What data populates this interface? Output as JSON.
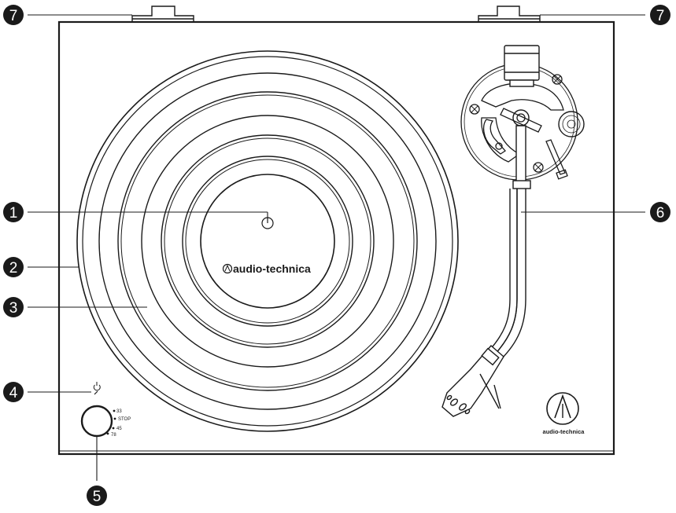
{
  "brand": {
    "platter_logo_text": "audio-technica",
    "corner_logo_text": "audio-technica"
  },
  "power_indicator_icon": "power-icon",
  "speed_selector": {
    "positions": [
      "33",
      "STOP",
      "45",
      "78"
    ]
  },
  "callouts": [
    {
      "id": "1",
      "label": "1"
    },
    {
      "id": "2",
      "label": "2"
    },
    {
      "id": "3",
      "label": "3"
    },
    {
      "id": "4",
      "label": "4"
    },
    {
      "id": "5",
      "label": "5"
    },
    {
      "id": "6",
      "label": "6"
    },
    {
      "id": "7a",
      "label": "7"
    },
    {
      "id": "7b",
      "label": "7"
    }
  ],
  "colors": {
    "line": "#1a1a1a",
    "callout_fill": "#1a1a1a",
    "callout_text": "#ffffff",
    "background": "#ffffff"
  }
}
